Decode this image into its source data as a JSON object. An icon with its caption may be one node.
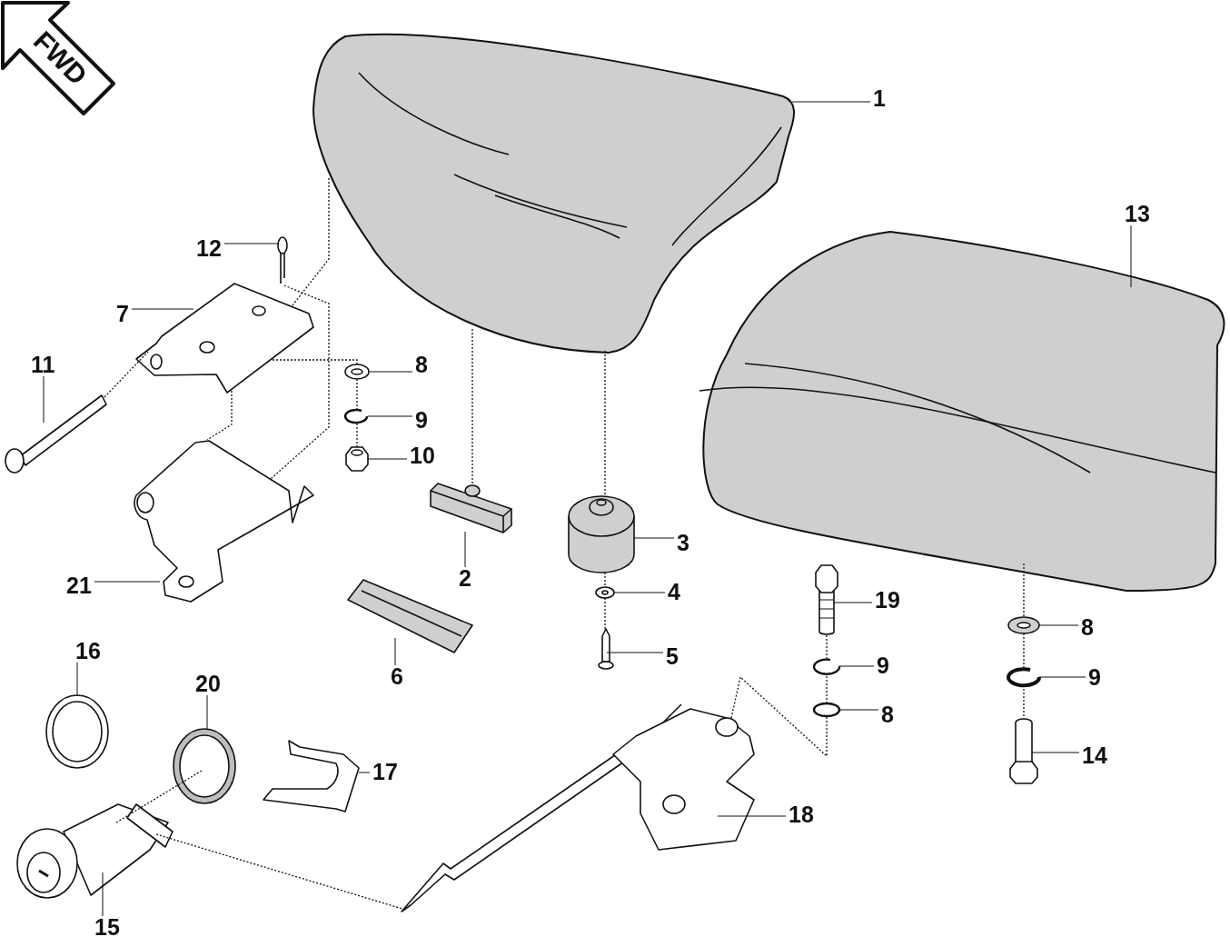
{
  "diagram": {
    "nodes": [
      {
        "text": [
          "1"
        ]
      },
      {
        "text": [],
        "shape": "picture"
      },
      {
        "text": [
          "13"
        ]
      },
      {
        "text": [],
        "shape": "picture"
      },
      {
        "text": [
          "12"
        ]
      },
      {
        "text": [],
        "shape": "picture"
      },
      {
        "text": [
          "7"
        ]
      },
      {
        "text": [],
        "shape": "picture"
      },
      {
        "text": [
          "8"
        ]
      },
      {
        "text": [],
        "shape": "picture"
      },
      {
        "text": [
          "11"
        ]
      },
      {
        "text": [],
        "shape": "picture"
      },
      {
        "text": [
          "9"
        ]
      },
      {
        "text": [],
        "shape": "picture"
      },
      {
        "text": [
          "10"
        ]
      },
      {
        "text": [],
        "shape": "picture"
      },
      {
        "text": [
          "3"
        ]
      },
      {
        "text": [],
        "shape": "picture"
      },
      {
        "text": [
          "2"
        ]
      },
      {
        "text": [],
        "shape": "picture"
      },
      {
        "text": [
          "21"
        ]
      },
      {
        "text": [],
        "shape": "picture"
      },
      {
        "text": [
          "4"
        ]
      },
      {
        "text": [],
        "shape": "picture"
      },
      {
        "text": [
          "19"
        ]
      },
      {
        "text": [],
        "shape": "picture"
      },
      {
        "text": [
          "8"
        ]
      },
      {
        "text": [],
        "shape": "picture"
      },
      {
        "text": [
          "5"
        ]
      },
      {
        "text": [],
        "shape": "picture"
      },
      {
        "text": [
          "9"
        ]
      },
      {
        "text": [],
        "shape": "picture"
      },
      {
        "text": [
          "9"
        ]
      },
      {
        "text": [],
        "shape": "picture"
      },
      {
        "text": [
          "6"
        ]
      },
      {
        "text": [],
        "shape": "picture"
      },
      {
        "text": [
          "16"
        ]
      },
      {
        "text": [],
        "shape": "picture"
      },
      {
        "text": [
          "20"
        ]
      },
      {
        "text": [],
        "shape": "picture"
      },
      {
        "text": [
          "8"
        ]
      },
      {
        "text": [],
        "shape": "picture"
      },
      {
        "text": [
          "14"
        ]
      },
      {
        "text": [],
        "shape": "picture"
      },
      {
        "text": [
          "17"
        ]
      },
      {
        "text": [],
        "shape": "picture"
      },
      {
        "text": [
          "18"
        ]
      },
      {
        "text": [],
        "shape": "picture"
      },
      {
        "text": [
          "15"
        ]
      },
      {
        "text": [],
        "shape": "picture"
      }
    ],
    "edges": [
      {
        "from": 0,
        "to": 1,
        "arrow": "none"
      },
      {
        "from": 2,
        "to": 3,
        "arrow": "none"
      },
      {
        "from": 4,
        "to": 5,
        "arrow": "none"
      },
      {
        "from": 6,
        "to": 7,
        "arrow": "none"
      },
      {
        "from": 8,
        "to": 9,
        "arrow": "none"
      },
      {
        "from": 10,
        "to": 11,
        "arrow": "none"
      },
      {
        "from": 12,
        "to": 13,
        "arrow": "none"
      },
      {
        "from": 14,
        "to": 15,
        "arrow": "none"
      },
      {
        "from": 16,
        "to": 17,
        "arrow": "none"
      },
      {
        "from": 18,
        "to": 19,
        "arrow": "none"
      },
      {
        "from": 20,
        "to": 21,
        "arrow": "none"
      },
      {
        "from": 22,
        "to": 23,
        "arrow": "none"
      },
      {
        "from": 24,
        "to": 25,
        "arrow": "none"
      },
      {
        "from": 26,
        "to": 27,
        "arrow": "none"
      },
      {
        "from": 28,
        "to": 29,
        "arrow": "none"
      },
      {
        "from": 30,
        "to": 31,
        "arrow": "none"
      },
      {
        "from": 32,
        "to": 33,
        "arrow": "none"
      },
      {
        "from": 34,
        "to": 35,
        "arrow": "none"
      },
      {
        "from": 36,
        "to": 37,
        "arrow": "none"
      },
      {
        "from": 38,
        "to": 39,
        "arrow": "none"
      },
      {
        "from": 40,
        "to": 41,
        "arrow": "none"
      },
      {
        "from": 42,
        "to": 43,
        "arrow": "none"
      },
      {
        "from": 44,
        "to": 45,
        "arrow": "none"
      },
      {
        "from": 46,
        "to": 47,
        "arrow": "none"
      },
      {
        "from": 48,
        "to": 49,
        "arrow": "none"
      },
      {
        "from": 1,
        "to": 7,
        "arrow": "none",
        "style": "dashed"
      },
      {
        "from": 5,
        "to": 21,
        "arrow": "none",
        "style": "dashed"
      },
      {
        "from": 11,
        "to": 7,
        "arrow": "none",
        "style": "dashed"
      },
      {
        "from": 7,
        "to": 21,
        "arrow": "none",
        "style": "dashed"
      },
      {
        "from": 7,
        "to": 9,
        "arrow": "none",
        "style": "dashed"
      },
      {
        "from": 9,
        "to": 13,
        "arrow": "none",
        "style": "dashed"
      },
      {
        "from": 13,
        "to": 15,
        "arrow": "none",
        "style": "dashed"
      },
      {
        "from": 1,
        "to": 19,
        "arrow": "none",
        "style": "dashed"
      },
      {
        "from": 1,
        "to": 17,
        "arrow": "none",
        "style": "dashed"
      },
      {
        "from": 17,
        "to": 23,
        "arrow": "none",
        "style": "dashed"
      },
      {
        "from": 23,
        "to": 29,
        "arrow": "none",
        "style": "dashed"
      },
      {
        "from": 3,
        "to": 27,
        "arrow": "none",
        "style": "dashed"
      },
      {
        "from": 27,
        "to": 33,
        "arrow": "none",
        "style": "dashed"
      },
      {
        "from": 33,
        "to": 43,
        "arrow": "none",
        "style": "dashed"
      },
      {
        "from": 47,
        "to": 41,
        "arrow": "none",
        "style": "dashed"
      },
      {
        "from": 41,
        "to": 31,
        "arrow": "none",
        "style": "dashed"
      },
      {
        "from": 31,
        "to": 25,
        "arrow": "none",
        "style": "dashed"
      },
      {
        "from": 49,
        "to": 39,
        "arrow": "none",
        "style": "dashed"
      },
      {
        "from": 49,
        "to": 47,
        "arrow": "none",
        "style": "dashed"
      }
    ],
    "labels": [
      "FWD"
    ]
  }
}
